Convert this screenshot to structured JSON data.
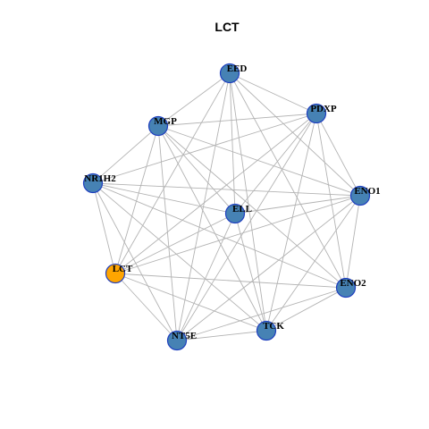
{
  "title": "LCT",
  "colors": {
    "node_default": "#4682b4",
    "node_highlight": "#ffa500",
    "node_border": "#1f3fbf",
    "edge": "#b3b3b3"
  },
  "nodes": [
    {
      "id": "EED",
      "label": "EED",
      "highlight": false
    },
    {
      "id": "PDXP",
      "label": "PDXP",
      "highlight": false
    },
    {
      "id": "MGP",
      "label": "MGP",
      "highlight": false
    },
    {
      "id": "NR1H2",
      "label": "NR1H2",
      "highlight": false
    },
    {
      "id": "ENO1",
      "label": "ENO1",
      "highlight": false
    },
    {
      "id": "ELL",
      "label": "ELL",
      "highlight": false
    },
    {
      "id": "LCT",
      "label": "LCT",
      "highlight": true
    },
    {
      "id": "ENO2",
      "label": "ENO2",
      "highlight": false
    },
    {
      "id": "TCK",
      "label": "TCK",
      "highlight": false
    },
    {
      "id": "NT5E",
      "label": "NT5E",
      "highlight": false
    }
  ],
  "edges": [
    [
      "EED",
      "PDXP"
    ],
    [
      "EED",
      "MGP"
    ],
    [
      "EED",
      "ENO1"
    ],
    [
      "EED",
      "ELL"
    ],
    [
      "EED",
      "LCT"
    ],
    [
      "EED",
      "ENO2"
    ],
    [
      "EED",
      "TCK"
    ],
    [
      "EED",
      "NT5E"
    ],
    [
      "PDXP",
      "MGP"
    ],
    [
      "PDXP",
      "ENO1"
    ],
    [
      "PDXP",
      "ELL"
    ],
    [
      "PDXP",
      "LCT"
    ],
    [
      "PDXP",
      "ENO2"
    ],
    [
      "PDXP",
      "TCK"
    ],
    [
      "PDXP",
      "NT5E"
    ],
    [
      "PDXP",
      "NR1H2"
    ],
    [
      "MGP",
      "NR1H2"
    ],
    [
      "MGP",
      "ENO1"
    ],
    [
      "MGP",
      "ELL"
    ],
    [
      "MGP",
      "LCT"
    ],
    [
      "MGP",
      "ENO2"
    ],
    [
      "MGP",
      "TCK"
    ],
    [
      "MGP",
      "NT5E"
    ],
    [
      "NR1H2",
      "ENO1"
    ],
    [
      "NR1H2",
      "ELL"
    ],
    [
      "NR1H2",
      "LCT"
    ],
    [
      "NR1H2",
      "ENO2"
    ],
    [
      "NR1H2",
      "TCK"
    ],
    [
      "NR1H2",
      "NT5E"
    ],
    [
      "ENO1",
      "ELL"
    ],
    [
      "ENO1",
      "LCT"
    ],
    [
      "ENO1",
      "ENO2"
    ],
    [
      "ENO1",
      "TCK"
    ],
    [
      "ENO1",
      "NT5E"
    ],
    [
      "ELL",
      "LCT"
    ],
    [
      "ELL",
      "TCK"
    ],
    [
      "ELL",
      "NT5E"
    ],
    [
      "LCT",
      "ENO2"
    ],
    [
      "LCT",
      "TCK"
    ],
    [
      "LCT",
      "NT5E"
    ],
    [
      "ENO2",
      "TCK"
    ],
    [
      "ENO2",
      "NT5E"
    ],
    [
      "TCK",
      "NT5E"
    ]
  ]
}
